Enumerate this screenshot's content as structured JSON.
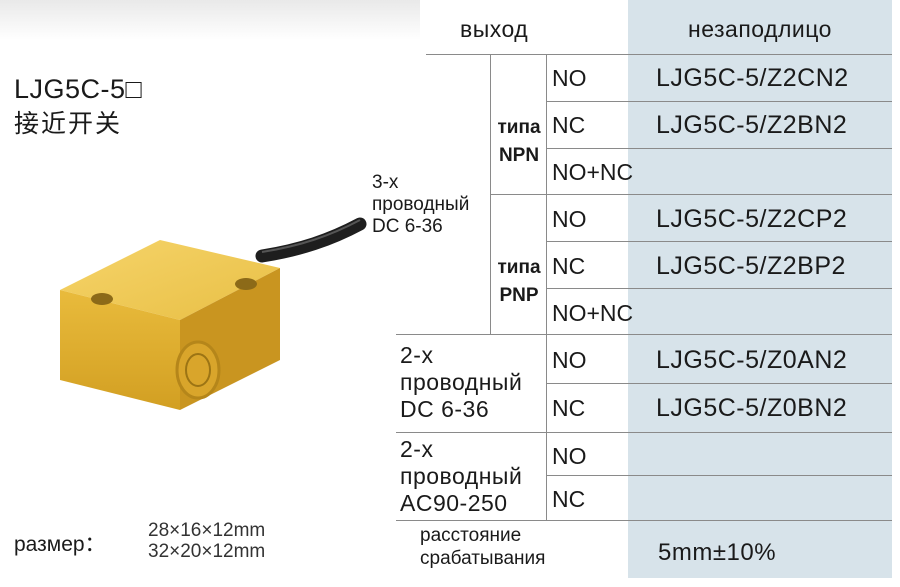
{
  "product": {
    "model": "LJG5C-5□",
    "name_cn": "接近开关",
    "size_label": "размер：",
    "sizes": [
      "28×16×12mm",
      "32×20×12mm"
    ]
  },
  "table": {
    "header_output": "выход",
    "header_mount": "незаподлицо",
    "wire3": {
      "lines": [
        "3-х",
        "проводный",
        "DC 6-36"
      ]
    },
    "npn": {
      "lines": [
        "типа",
        "NPN"
      ]
    },
    "pnp": {
      "lines": [
        "типа",
        "PNP"
      ]
    },
    "wire2dc": {
      "lines": [
        "2-х",
        "проводный",
        "DC  6-36"
      ]
    },
    "wire2ac": {
      "lines": [
        "2-х",
        "проводный",
        "AC90-250"
      ]
    },
    "rows": [
      {
        "output": "NO",
        "model": "LJG5C-5/Z2CN2"
      },
      {
        "output": "NC",
        "model": "LJG5C-5/Z2BN2"
      },
      {
        "output": "NO+NC",
        "model": ""
      },
      {
        "output": "NO",
        "model": "LJG5C-5/Z2CP2"
      },
      {
        "output": "NC",
        "model": "LJG5C-5/Z2BP2"
      },
      {
        "output": "NO+NC",
        "model": ""
      },
      {
        "output": "NO",
        "model": "LJG5C-5/Z0AN2"
      },
      {
        "output": "NC",
        "model": "LJG5C-5/Z0BN2"
      },
      {
        "output": "NO",
        "model": ""
      },
      {
        "output": "NC",
        "model": ""
      }
    ],
    "distance_label": [
      "расстояние",
      "срабатывания"
    ],
    "distance_value": "5mm±10%"
  },
  "colors": {
    "highlight_column": "#d7e3ea",
    "sensor_body": "#e6b535",
    "cable": "#1e1e1e"
  }
}
